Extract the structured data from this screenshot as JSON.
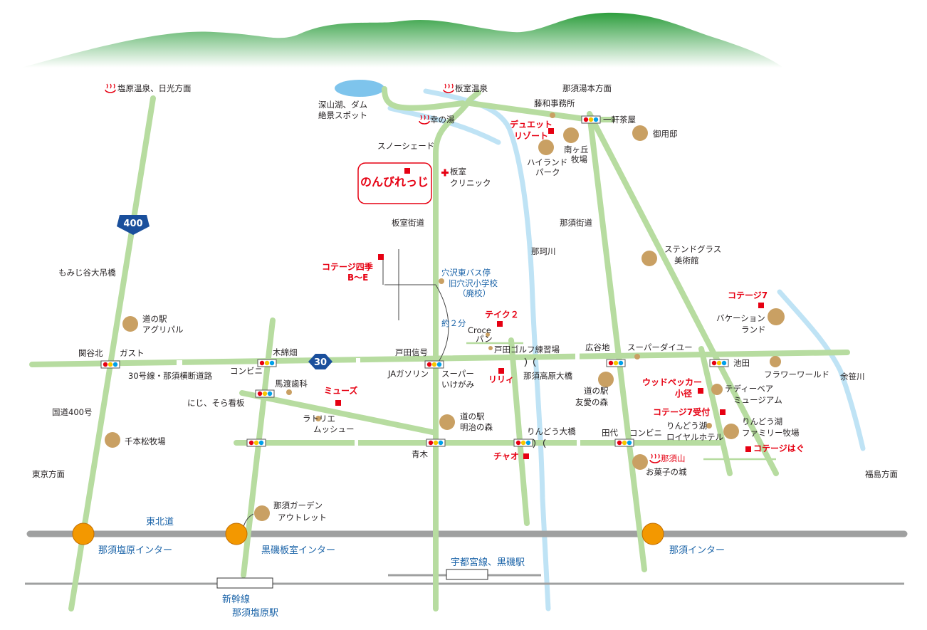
{
  "map": {
    "destinations": {
      "shiobara_nikko": "塩原温泉、日光方面",
      "nasu_yumoto": "那須湯本方面",
      "tokyo": "東京方面",
      "fukushima": "福島方面"
    },
    "hot_springs": {
      "itamuro": "板室温泉",
      "sachinoyu": "幸の湯",
      "nasusan": "那須山"
    },
    "lake": [
      "深山湖、ダム",
      "絶景スポット"
    ],
    "facility": {
      "label": "のんびれっじ",
      "color": "#e60012"
    },
    "clinic": [
      "板室",
      "クリニック"
    ],
    "routes": {
      "route400_shield": "400",
      "route30_shield": "30",
      "route400_name": "国道400号",
      "route30_name": "30号線・那須横断道路",
      "itamuro_kaido": "板室街道",
      "nasu_kaido": "那須街道",
      "tohoku_expressway": "東北道",
      "utsunomiya_line": "宇都宮線、黒磯駅"
    },
    "rivers": {
      "naka": "那珂川",
      "yosasa": "余笹川"
    },
    "interchanges": {
      "nasushiobara": "那須塩原インター",
      "kuroiso_itamuro": "黒磯板室インター",
      "nasu": "那須インター"
    },
    "station": [
      "新幹線",
      "那須塩原駅"
    ],
    "bus_stop": [
      "穴沢東バス停",
      "旧穴沢小学校",
      "（廃校）"
    ],
    "walk_time": "約２分",
    "bridges": {
      "momijidani": "もみじ谷大吊橋",
      "nasu_kogen": "那須高原大橋",
      "ringo": "りんどう大橋"
    },
    "intersections": {
      "sekiyakita": "関谷北",
      "gusto": "ガスト",
      "kiwatahata": "木綿畑",
      "conbini1": "コンビニ",
      "todashingo": "戸田信号",
      "ja": "JAガソリン",
      "super": [
        "スーパー",
        "いけがみ"
      ],
      "hirotanichi": "広谷地",
      "super_daiyu": "スーパーダイユー",
      "ikeda": "池田",
      "aoki": "青木",
      "tashiro": "田代",
      "conbini2": "コンビニ",
      "ikkenchaya": "一軒茶屋"
    },
    "places": {
      "fujiwa": "藤和事務所",
      "snowshade": "スノーシェード",
      "highland": [
        "ハイランド",
        "パーク"
      ],
      "minamigaoka": [
        "南ヶ丘",
        "牧場"
      ],
      "goyotei": "御用邸",
      "stained": [
        "ステンドグラス",
        "美術館"
      ],
      "vacation": [
        "バケーション",
        "ランド"
      ],
      "flower": "フラワーワールド",
      "teddy": [
        "テディーベア",
        "ミュージアム"
      ],
      "rindoko_family": [
        "りんどう湖",
        "ファミリー牧場"
      ],
      "rindoko_hotel": [
        "りんどう湖",
        "ロイヤルホテル"
      ],
      "okashi": "お菓子の城",
      "michinoeki_yuai": [
        "道の駅",
        "友愛の森"
      ],
      "michinoeki_meiji": [
        "道の駅",
        "明治の森"
      ],
      "michinoeki_agri": [
        "道の駅",
        "アグリパル"
      ],
      "senbonmatsu": "千本松牧場",
      "garden_outlet": [
        "那須ガーデン",
        "アウトレット"
      ],
      "bawatari": "馬渡歯科",
      "niji_sora": "にじ、そら看板",
      "latorie": [
        "ラトリエ",
        "ムッシュー"
      ],
      "croce": [
        "Croce",
        "パン"
      ],
      "toda_golf": "戸田ゴルフ練習場"
    },
    "lodgings": {
      "duet": [
        "デュエット",
        "リゾート"
      ],
      "cottage_shiki": [
        "コテージ四季",
        "B～E"
      ],
      "take2": "テイク２",
      "lily": "リリィ",
      "muse": "ミューズ",
      "ciao": "チャオ",
      "cottage7": "コテージ7",
      "woodpecker": [
        "ウッドペッカー",
        "小径"
      ],
      "cottage7_reception": "コテージ7受付",
      "cottage_hagu": "コテージはぐ"
    },
    "colors": {
      "road": "#b7dca0",
      "river": "#bfe3f5",
      "expressway": "#9fa0a0",
      "interchange": "#f39800",
      "landmark": "#c9a063",
      "lodging": "#e60012",
      "text_blue": "#1a63a8",
      "route_shield": "#1a4f9c",
      "mountain": "#4caf50"
    }
  }
}
